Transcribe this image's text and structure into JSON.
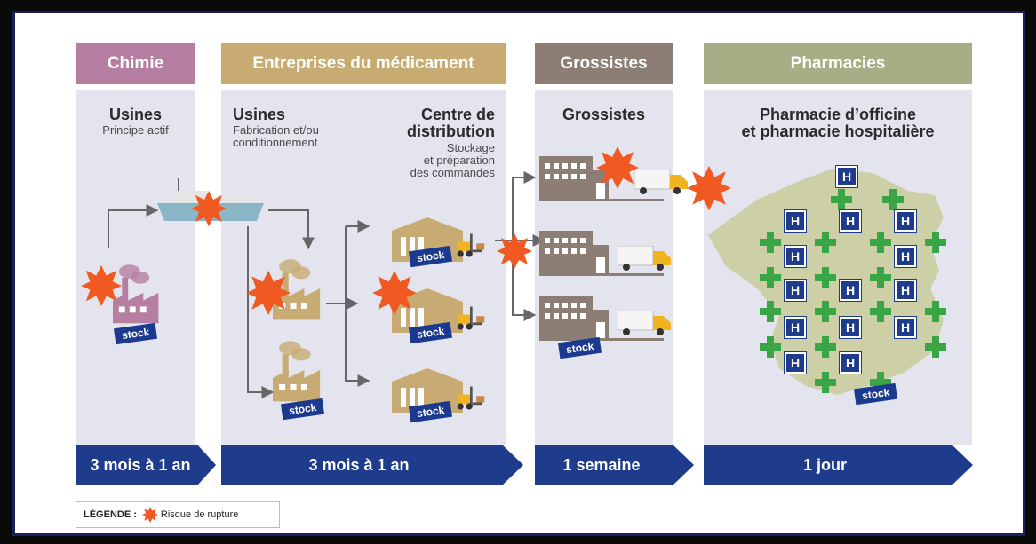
{
  "headers": {
    "chimie": "Chimie",
    "entreprises": "Entreprises du médicament",
    "grossistes": "Grossistes",
    "pharmacies": "Pharmacies"
  },
  "chimie": {
    "title": "Usines",
    "subtitle": "Principe actif"
  },
  "entreprises": {
    "usines_title": "Usines",
    "usines_subtitle_1": "Fabrication et/ou",
    "usines_subtitle_2": "conditionnement",
    "centre_title_1": "Centre de",
    "centre_title_2": "distribution",
    "centre_sub_1": "Stockage",
    "centre_sub_2": "et préparation",
    "centre_sub_3": "des commandes"
  },
  "grossistes": {
    "title": "Grossistes"
  },
  "pharmacies": {
    "title_1": "Pharmacie d’officine",
    "title_2": "et pharmacie hospitalière"
  },
  "stock_label": "stock",
  "hospital_letter": "H",
  "durations": {
    "chimie": "3 mois à 1 an",
    "entreprises": "3 mois à 1 an",
    "grossistes": "1 semaine",
    "pharmacies": "1 jour"
  },
  "legend": {
    "label": "LÉGENDE :",
    "item": "Risque de rupture"
  },
  "colors": {
    "chimie": "#b67ea0",
    "entreprises": "#c8ab73",
    "grossistes": "#8c7e74",
    "pharmacies": "#a7ad84",
    "arrow": "#1f3c8c",
    "risk": "#f05a22",
    "cross": "#3aa545",
    "hospital": "#1f3c8c"
  }
}
